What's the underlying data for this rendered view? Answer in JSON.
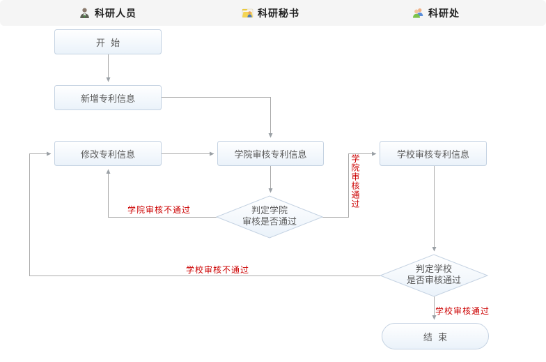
{
  "colors": {
    "header_bg": "#f5f5f5",
    "node_border": "#c4d2e2",
    "node_fill_top": "#ffffff",
    "node_fill_bottom": "#eaf2fa",
    "connector": "#aaaaaa",
    "node_text": "#595959",
    "red": "#cc0000"
  },
  "header": {
    "lanes": [
      {
        "label": "科研人员",
        "icon": "researcher-person-icon"
      },
      {
        "label": "科研秘书",
        "icon": "secretary-folder-icon"
      },
      {
        "label": "科研处",
        "icon": "office-group-icon"
      }
    ]
  },
  "nodes": {
    "start": "开  始",
    "add_patent": "新增专利信息",
    "modify_patent": "修改专利信息",
    "college_review": "学院审核专利信息",
    "school_review": "学校审核专利信息",
    "college_decision_line1": "判定学院",
    "college_decision_line2": "审核是否通过",
    "school_decision_line1": "判定学校",
    "school_decision_line2": "是否审核通过",
    "end": "结  束"
  },
  "edge_labels": {
    "college_reject": "学院审核不通过",
    "college_pass": "学院审核通过",
    "school_reject": "学校审核不通过",
    "school_pass": "学校审核通过"
  }
}
